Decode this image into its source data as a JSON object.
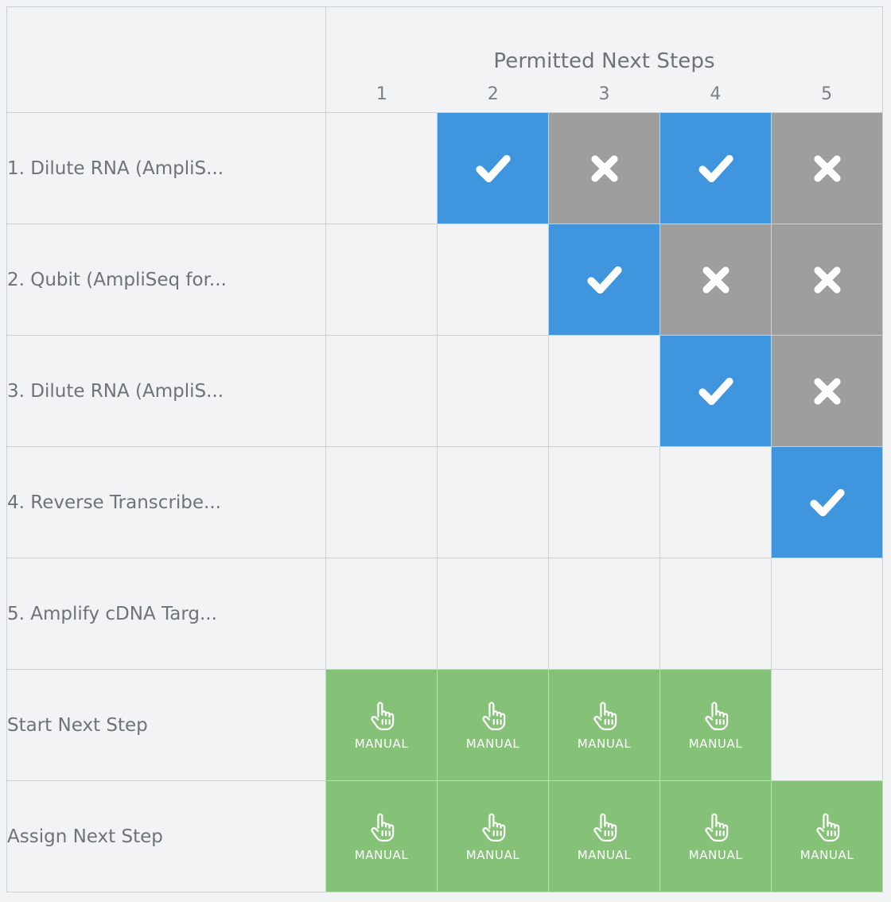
{
  "header": {
    "group_title": "Permitted Next Steps",
    "column_numbers": [
      "1",
      "2",
      "3",
      "4",
      "5"
    ]
  },
  "colors": {
    "permitted": "#3f96df",
    "not_permitted": "#9e9e9e",
    "manual": "#85c177",
    "background": "#f1f3f4",
    "border": "#c9d2d8",
    "text": "#6d7477",
    "icon": "#ffffff"
  },
  "icons": {
    "check": "check-icon",
    "cross": "cross-icon",
    "hand": "pointing-hand-icon"
  },
  "manual_label": "MANUAL",
  "rows": [
    {
      "label": "1. Dilute RNA (AmpliS...",
      "kind": "step",
      "cells": [
        "empty",
        "yes",
        "no",
        "yes",
        "no"
      ]
    },
    {
      "label": "2. Qubit (AmpliSeq for...",
      "kind": "step",
      "cells": [
        "empty",
        "empty",
        "yes",
        "no",
        "no"
      ]
    },
    {
      "label": "3. Dilute RNA (AmpliS...",
      "kind": "step",
      "cells": [
        "empty",
        "empty",
        "empty",
        "yes",
        "no"
      ]
    },
    {
      "label": "4. Reverse Transcribe...",
      "kind": "step",
      "cells": [
        "empty",
        "empty",
        "empty",
        "empty",
        "yes"
      ]
    },
    {
      "label": "5. Amplify cDNA Targ...",
      "kind": "step",
      "cells": [
        "empty",
        "empty",
        "empty",
        "empty",
        "empty"
      ]
    },
    {
      "label": "Start Next Step",
      "kind": "action",
      "cells": [
        "manual",
        "manual",
        "manual",
        "manual",
        "empty"
      ]
    },
    {
      "label": "Assign Next Step",
      "kind": "action",
      "cells": [
        "manual",
        "manual",
        "manual",
        "manual",
        "manual"
      ]
    }
  ]
}
